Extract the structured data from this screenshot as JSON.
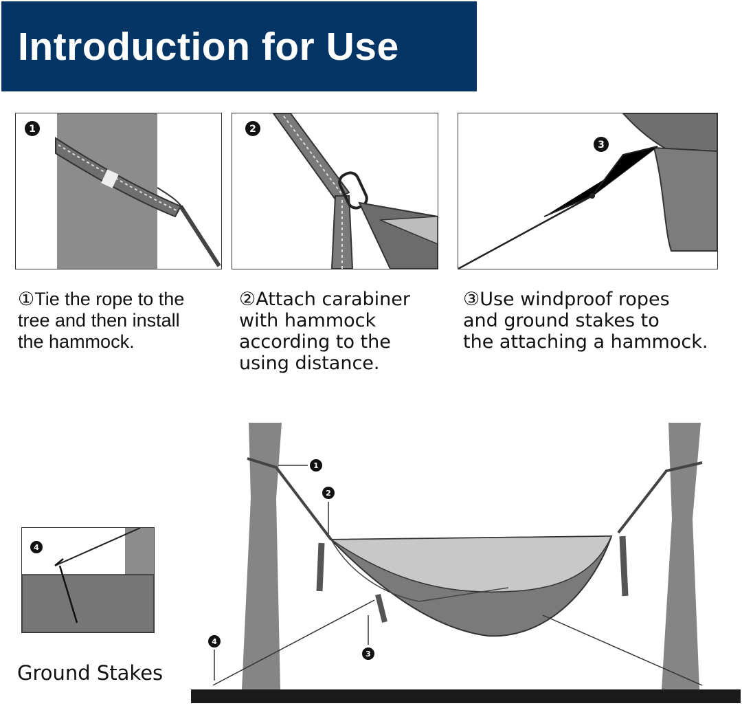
{
  "banner": {
    "title": "Introduction for Use",
    "color": "#053564"
  },
  "panels": [
    {
      "number": "1"
    },
    {
      "number": "2"
    },
    {
      "number": "3"
    }
  ],
  "captions": [
    {
      "lines": [
        "①Tie the rope to the",
        "tree and then install",
        "the hammock."
      ]
    },
    {
      "lines": [
        "②Attach carabiner",
        "with hammock",
        "according to the",
        "using distance."
      ]
    },
    {
      "lines": [
        "③Use windproof ropes",
        "and ground stakes to",
        "the attaching a hammock."
      ]
    }
  ],
  "inset": {
    "number": "4",
    "label": "Ground Stakes"
  },
  "scene_markers": [
    "1",
    "2",
    "3",
    "4"
  ]
}
